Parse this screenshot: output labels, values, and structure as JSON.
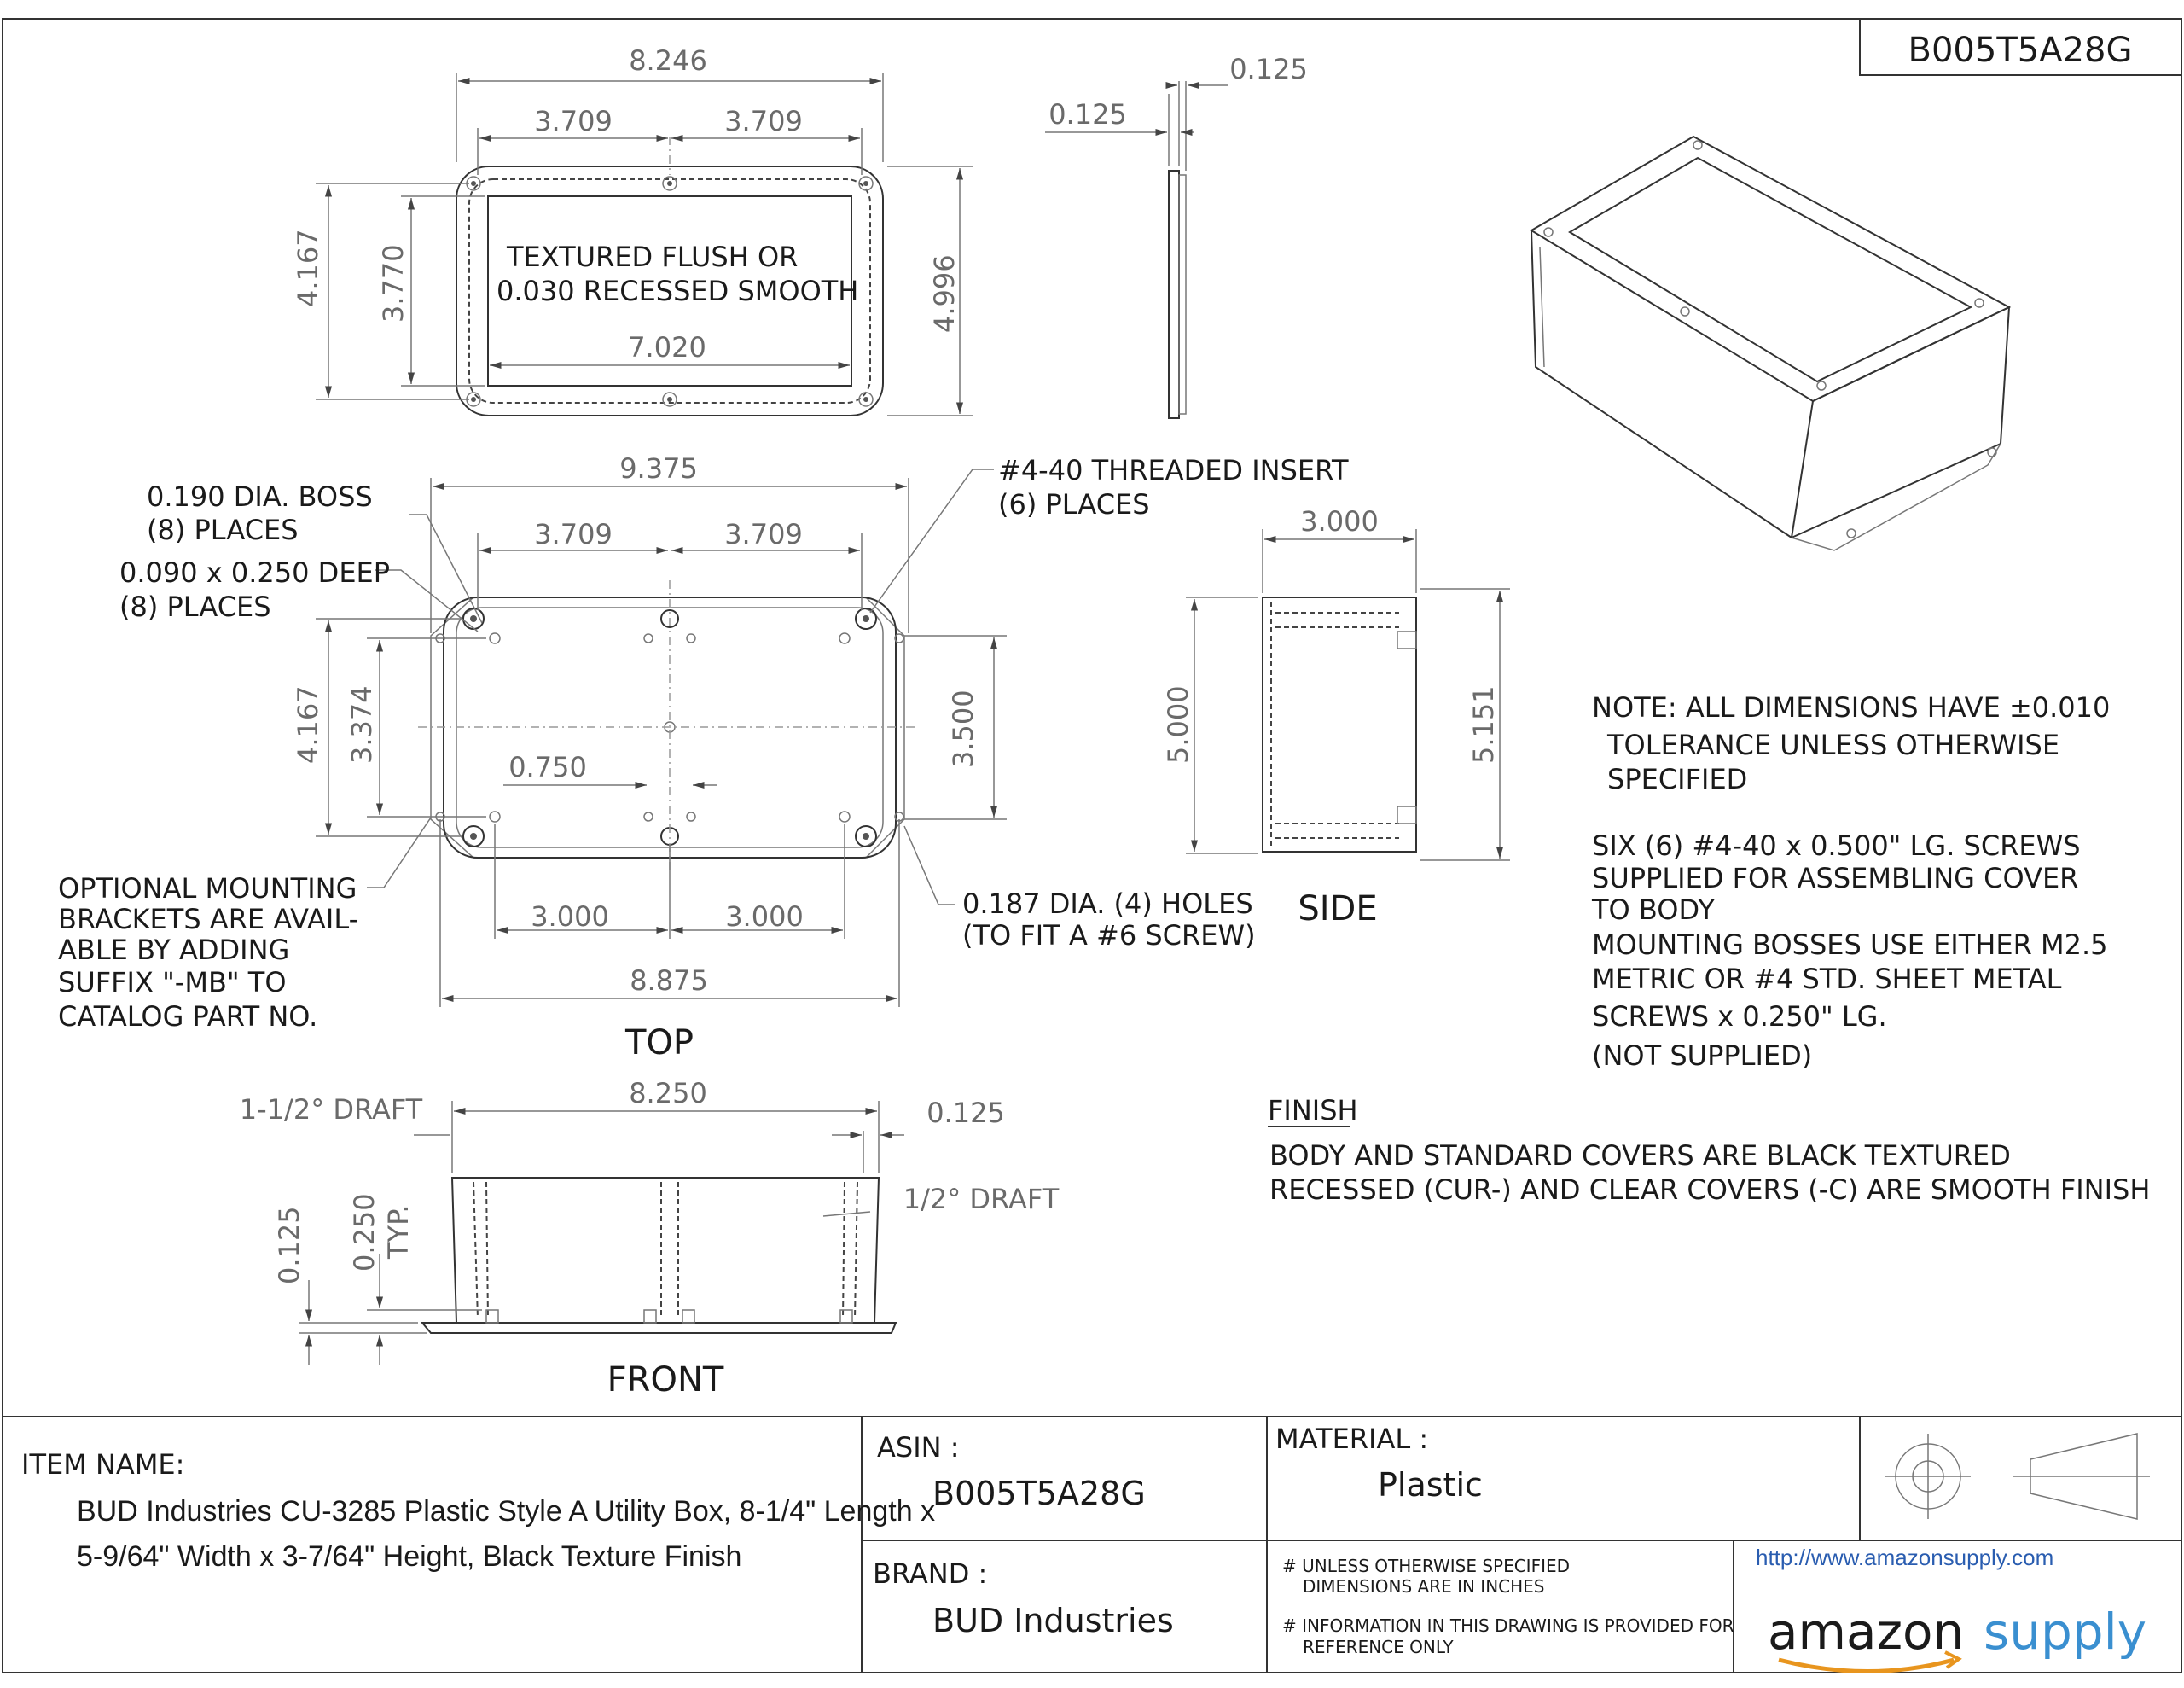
{
  "header": {
    "part_id": "B005T5A28G"
  },
  "dimensions": {
    "cover_width": "8.246",
    "cover_half_left": "3.709",
    "cover_half_right": "3.709",
    "cover_height": "4.167",
    "cover_inner_height": "3.770",
    "cover_outer_height": "4.996",
    "cover_inner_width": "7.020",
    "cover_side_a": "0.125",
    "cover_side_b": "0.125",
    "top_width": "9.375",
    "top_half_left": "3.709",
    "top_half_right": "3.709",
    "top_height": "4.167",
    "top_inner_height": "3.374",
    "top_hole_spacing": "3.500",
    "top_offset": "0.750",
    "top_bottom_left": "3.000",
    "top_bottom_right": "3.000",
    "top_base_width": "8.875",
    "side_depth": "3.000",
    "side_height": "5.000",
    "side_total_height": "5.151",
    "front_width": "8.250",
    "front_wall": "0.125",
    "front_base": "0.125",
    "front_boss": "0.250"
  },
  "notes": {
    "cover_texture_1": "TEXTURED FLUSH OR",
    "cover_texture_2": "0.030 RECESSED SMOOTH",
    "boss_1": "0.190 DIA. BOSS",
    "boss_2": "(8) PLACES",
    "deep_1": "0.090 x 0.250 DEEP",
    "deep_2": "(8) PLACES",
    "insert_1": "#4-40 THREADED INSERT",
    "insert_2": "(6) PLACES",
    "bracket_1": "OPTIONAL MOUNTING",
    "bracket_2": "BRACKETS ARE AVAIL-",
    "bracket_3": "ABLE BY ADDING",
    "bracket_4": "SUFFIX \"-MB\" TO",
    "bracket_5": "CATALOG PART NO.",
    "holes_1": "0.187 DIA. (4) HOLES",
    "holes_2": "(TO FIT A #6 SCREW)",
    "draft_left": "1-1/2° DRAFT",
    "draft_right": "1/2° DRAFT",
    "typ": "TYP.",
    "note_1": "NOTE: ALL DIMENSIONS HAVE ±0.010",
    "note_2": "TOLERANCE UNLESS OTHERWISE",
    "note_3": "SPECIFIED",
    "screws_1": "SIX (6) #4-40 x 0.500\" LG. SCREWS",
    "screws_2": "SUPPLIED FOR ASSEMBLING COVER",
    "screws_3": "TO BODY",
    "bosses_1": "MOUNTING BOSSES USE EITHER M2.5",
    "bosses_2": "METRIC OR #4 STD. SHEET METAL",
    "bosses_3": "SCREWS x 0.250\" LG.",
    "bosses_4": "(NOT SUPPLIED)",
    "finish_title": "FINISH",
    "finish_1": "BODY AND STANDARD COVERS ARE BLACK TEXTURED",
    "finish_2": "RECESSED (CUR-) AND CLEAR COVERS (-C) ARE SMOOTH FINISH"
  },
  "views": {
    "top": "TOP",
    "side": "SIDE",
    "front": "FRONT"
  },
  "title_block": {
    "item_name_label": "ITEM NAME:",
    "item_name_1": "BUD Industries CU-3285 Plastic Style A Utility Box, 8-1/4\" Length x",
    "item_name_2": "5-9/64\" Width x 3-7/64\" Height, Black Texture Finish",
    "asin_label": "ASIN :",
    "asin": "B005T5A28G",
    "brand_label": "BRAND :",
    "brand": "BUD Industries",
    "material_label": "MATERIAL :",
    "material": "Plastic",
    "unless_1": "# UNLESS OTHERWISE SPECIFIED",
    "unless_2": "DIMENSIONS ARE IN INCHES",
    "info_1": "# INFORMATION IN THIS DRAWING IS PROVIDED FOR",
    "info_2": "REFERENCE ONLY",
    "url": "http://www.amazonsupply.com",
    "logo_amazon": "amazon",
    "logo_supply": "supply"
  }
}
